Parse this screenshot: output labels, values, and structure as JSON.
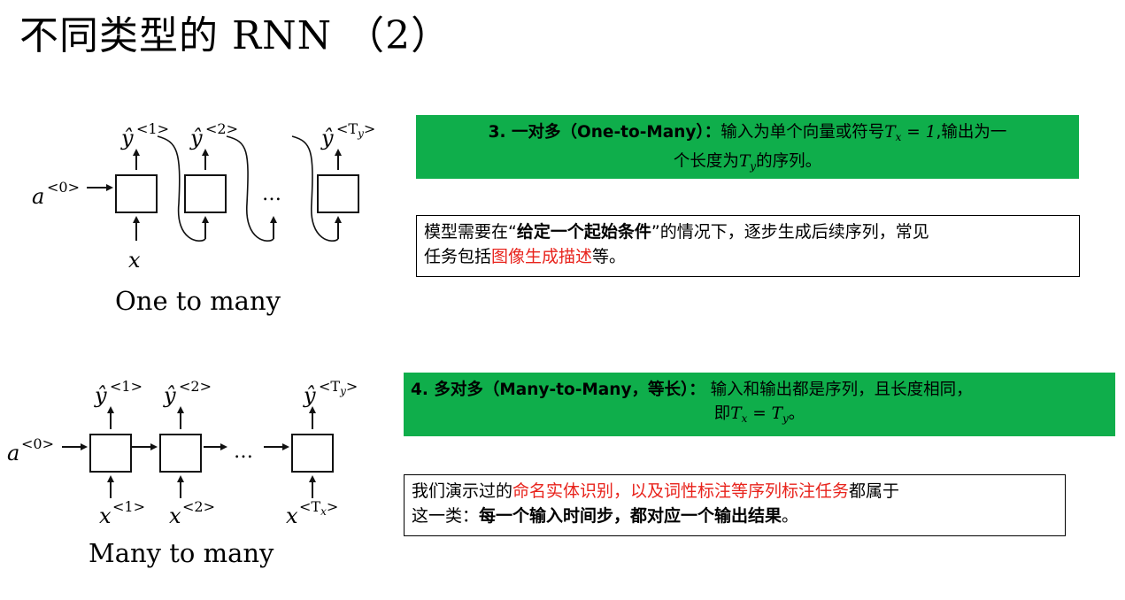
{
  "slide": {
    "title": "不同类型的 RNN （2）"
  },
  "one_to_many": {
    "caption": "One to many",
    "a0": "a",
    "a0_sup": "<0>",
    "input": "x",
    "outputs": [
      {
        "sym": "ŷ",
        "sup": "<1>"
      },
      {
        "sym": "ŷ",
        "sup": "<2>"
      },
      {
        "sym": "ŷ",
        "sup": "<T",
        "sub": "y",
        "close": ">"
      }
    ],
    "ellipsis": "…"
  },
  "many_to_many": {
    "caption": "Many to many",
    "a0": "a",
    "a0_sup": "<0>",
    "outputs": [
      {
        "sym": "ŷ",
        "sup": "<1>"
      },
      {
        "sym": "ŷ",
        "sup": "<2>"
      },
      {
        "sym": "ŷ",
        "sup": "<T",
        "sub": "y",
        "close": ">"
      }
    ],
    "inputs": [
      {
        "sym": "x",
        "sup": "<1>"
      },
      {
        "sym": "x",
        "sup": "<2>"
      },
      {
        "sym": "x",
        "sup": "<T",
        "sub": "x",
        "close": ">"
      }
    ],
    "ellipsis": "…"
  },
  "box3": {
    "lead": "3. 一对多（One-to-Many）：",
    "text1": "输入为单个向量或符号",
    "math1": "T",
    "math1_sub": "x",
    "math1_rest": " = 1",
    "text2": ",输出为一",
    "text3": "个长度为",
    "math2": "T",
    "math2_sub": "y",
    "text4": "的序列。"
  },
  "note3": {
    "p1": "模型需要在“",
    "p1_bold": "给定一个起始条件",
    "p2": "”的情况下，逐步生成后续序列，常见",
    "p3": "任务包括",
    "p3_red": "图像生成描述",
    "p4": "等。"
  },
  "box4": {
    "lead": "4. 多对多（Many-to-Many，等长）：",
    "text1": " 输入和输出都是序列，且长度相同，",
    "text2": "即",
    "math1": "T",
    "math1_sub": "x",
    "math_eq": " = ",
    "math2": "T",
    "math2_sub": "y",
    "text3": "。"
  },
  "note4": {
    "p1": "我们演示过的",
    "p1_red": "命名实体识别，以及词性标注等序列标注任务",
    "p2": "都属于",
    "p3": "这一类：",
    "p3_bold": "每一个输入时间步，都对应一个输出结果",
    "p4": "。"
  },
  "colors": {
    "green_box": "#0fae4b",
    "red_text": "#e8231c"
  }
}
